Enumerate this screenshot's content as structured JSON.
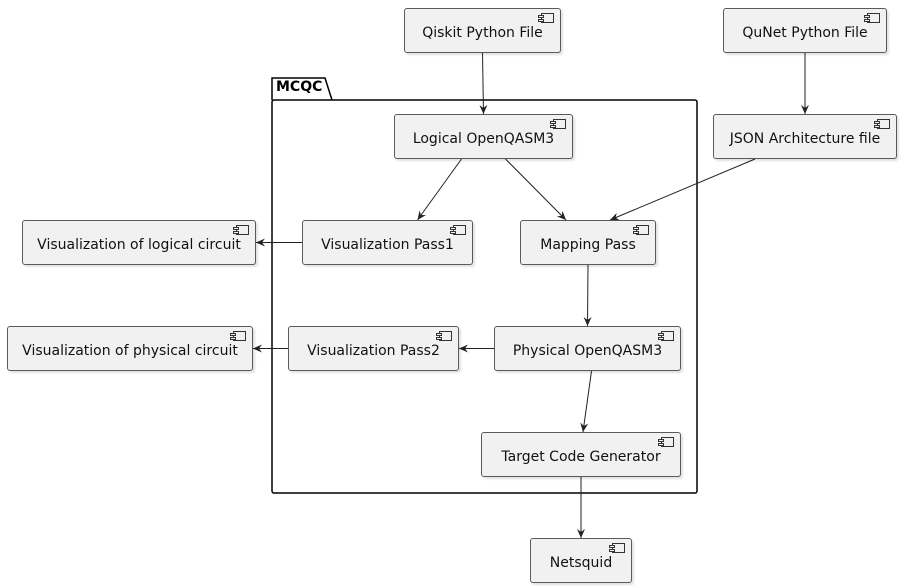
{
  "package": {
    "name": "MCQC"
  },
  "components": {
    "qiskit": "Qiskit Python File",
    "qunet": "QuNet Python File",
    "logical_qasm": "Logical OpenQASM3",
    "json_arch": "JSON Architecture file",
    "vis_logical": "Visualization of logical circuit",
    "vis_pass1": "Visualization Pass1",
    "mapping": "Mapping Pass",
    "vis_physical": "Visualization of physical circuit",
    "vis_pass2": "Visualization Pass2",
    "physical_qasm": "Physical OpenQASM3",
    "target_gen": "Target Code Generator",
    "netsquid": "Netsquid"
  },
  "edges": [
    [
      "qiskit",
      "logical_qasm"
    ],
    [
      "qunet",
      "json_arch"
    ],
    [
      "logical_qasm",
      "vis_pass1"
    ],
    [
      "logical_qasm",
      "mapping"
    ],
    [
      "json_arch",
      "mapping"
    ],
    [
      "vis_pass1",
      "vis_logical"
    ],
    [
      "mapping",
      "physical_qasm"
    ],
    [
      "physical_qasm",
      "vis_pass2"
    ],
    [
      "vis_pass2",
      "vis_physical"
    ],
    [
      "physical_qasm",
      "target_gen"
    ],
    [
      "target_gen",
      "netsquid"
    ]
  ]
}
